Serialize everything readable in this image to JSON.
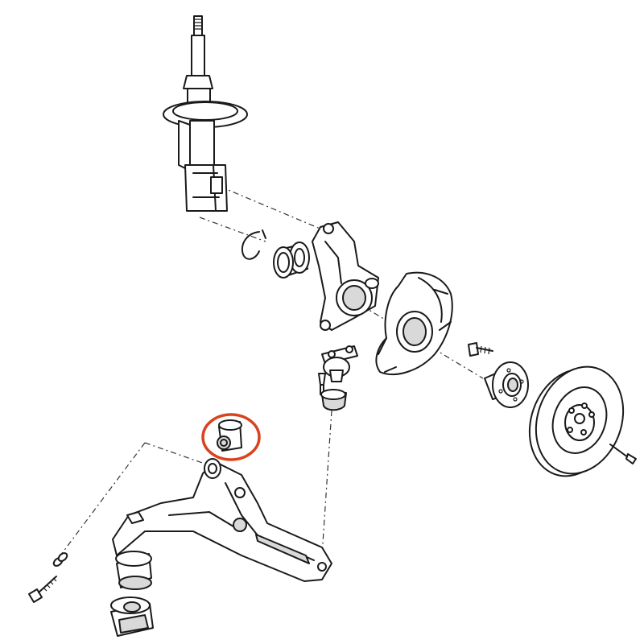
{
  "diagram": {
    "style": "exploded-view line drawing",
    "highlight_color": "#d9431e",
    "background": "#ffffff",
    "parts": [
      "shock-absorber-strut",
      "retaining-circlip",
      "wheel-bearing",
      "steering-knuckle",
      "brake-dust-shield",
      "ball-joint",
      "ball-joint-boot",
      "hub-bolt",
      "wheel-hub",
      "brake-disc",
      "highlighted-bushing",
      "lower-control-arm",
      "control-arm-front-bushing",
      "mounting-bolt",
      "washer",
      "rear-bushing"
    ],
    "highlighted_part": "highlighted-bushing"
  }
}
